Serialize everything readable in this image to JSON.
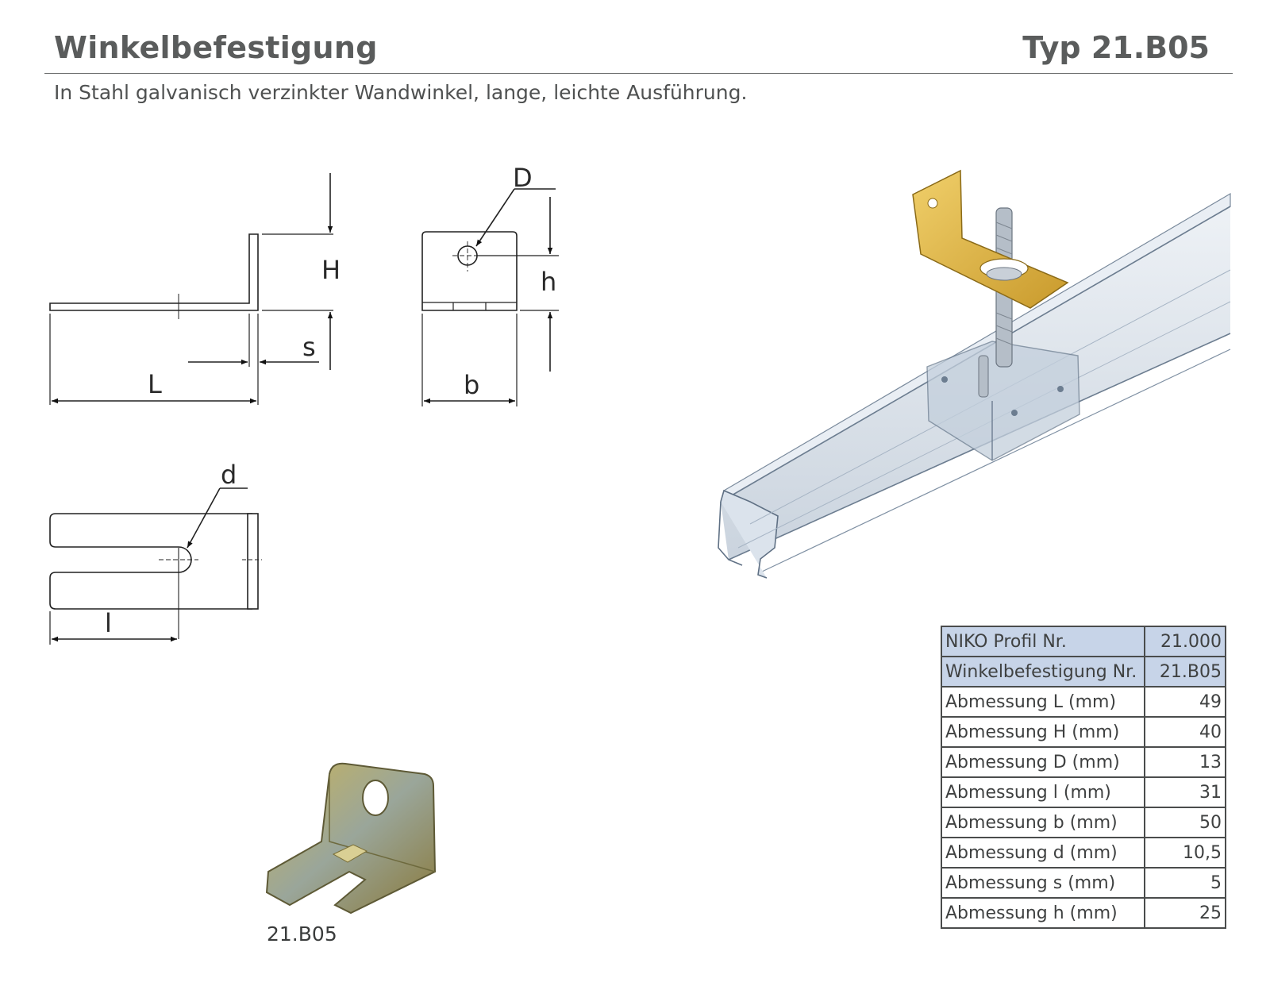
{
  "header": {
    "title": "Winkelbefestigung",
    "type": "Typ 21.B05",
    "subtitle": "In Stahl galvanisch verzinkter Wandwinkel, lange, leichte Ausführung."
  },
  "drawing_labels": {
    "H": "H",
    "s": "s",
    "L": "L",
    "D": "D",
    "h": "h",
    "b": "b",
    "d": "d",
    "l": "l"
  },
  "photo_caption": "21.B05",
  "colors": {
    "header_row": "#c7d4e8",
    "rail": "#b9c6d6",
    "bracket": "#e0b84a"
  },
  "specs": [
    {
      "label": "NIKO Profil Nr.",
      "value": "21.000",
      "highlight": true
    },
    {
      "label": "Winkelbefestigung Nr.",
      "value": "21.B05",
      "highlight": true
    },
    {
      "label": "Abmessung L (mm)",
      "value": "49"
    },
    {
      "label": "Abmessung H (mm)",
      "value": "40"
    },
    {
      "label": "Abmessung D (mm)",
      "value": "13"
    },
    {
      "label": "Abmessung l (mm)",
      "value": "31"
    },
    {
      "label": "Abmessung b (mm)",
      "value": "50"
    },
    {
      "label": "Abmessung d (mm)",
      "value": "10,5"
    },
    {
      "label": "Abmessung s (mm)",
      "value": "5"
    },
    {
      "label": "Abmessung h (mm)",
      "value": "25"
    }
  ]
}
